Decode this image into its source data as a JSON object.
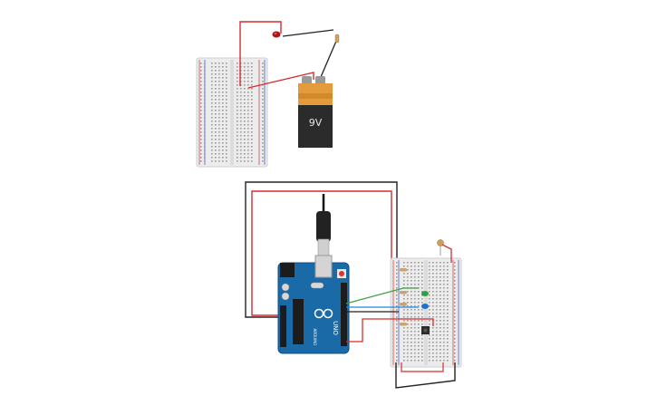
{
  "battery": {
    "label": "9V"
  },
  "arduino": {
    "brand": "ARDUINO",
    "model": "UNO"
  },
  "colors": {
    "wire_red": "#d32f2f",
    "wire_black": "#222222",
    "wire_green": "#43a047",
    "wire_blue": "#1e88e5",
    "arduino_blue": "#1a6aa8",
    "breadboard": "#ebebeb",
    "battery_body": "#2b2b2b",
    "battery_cap": "#e39b3c"
  },
  "icons": {
    "led_red": "led-icon",
    "led_green": "led-icon",
    "led_blue": "led-icon",
    "usb": "usb-cable-icon",
    "battery": "battery-icon"
  }
}
